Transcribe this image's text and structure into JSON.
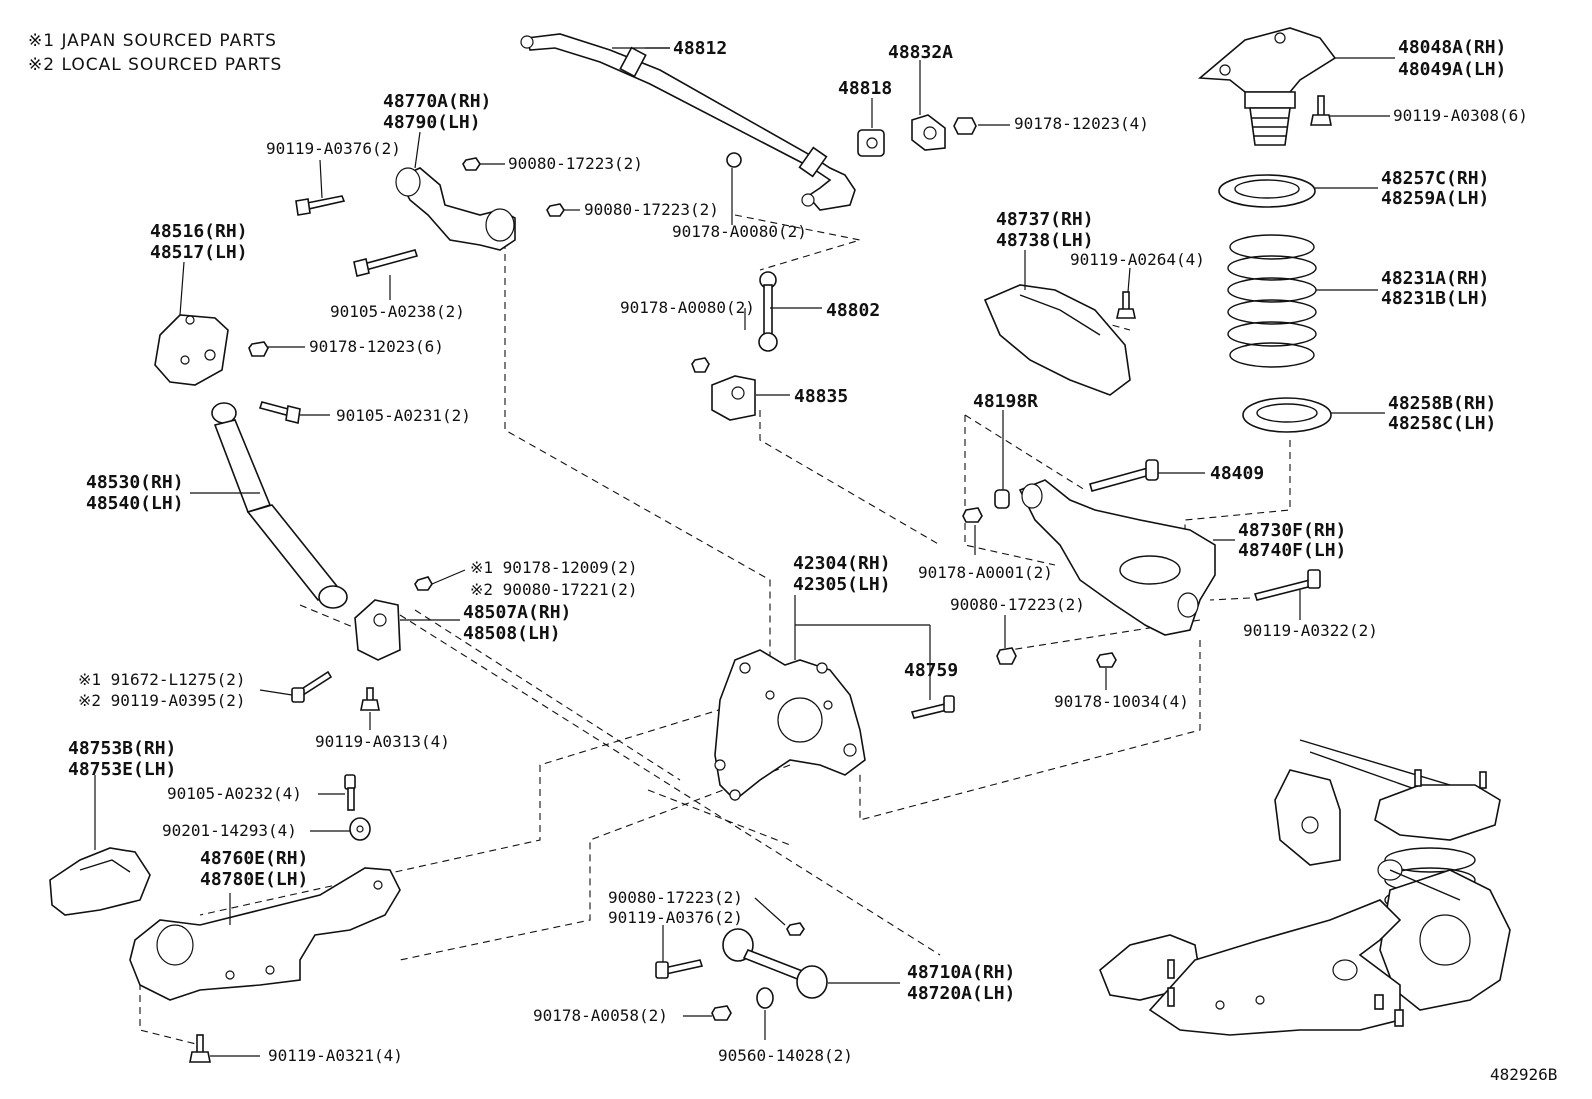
{
  "notes": [
    "※1 JAPAN SOURCED PARTS",
    "※2 LOCAL SOURCED PARTS"
  ],
  "figure_id": "482926B",
  "labels": {
    "stabilizer_bar": "48812",
    "bushing_stab": "48818",
    "bracket_stab": "48832A",
    "nut_stab_bracket": "90178-12023(4)",
    "upper_support_rh": "48048A(RH)",
    "upper_support_lh": "48049A(LH)",
    "bolt_upper_support": "90119-A0308(6)",
    "upper_arm_rh": "48770A(RH)",
    "upper_arm_lh": "48790(LH)",
    "bolt_upper_arm": "90119-A0376(2)",
    "nut_upper_arm_a": "90080-17223(2)",
    "nut_upper_arm_b": "90080-17223(2)",
    "nut_link_a": "90178-A0080(2)",
    "nut_link_b": "90178-A0080(2)",
    "stab_link": "48802",
    "bracket_stab_link": "48835",
    "bolt_upper_arm_b": "90105-A0238(2)",
    "shock_bracket_rh": "48516(RH)",
    "shock_bracket_lh": "48517(LH)",
    "nut_shock_bracket": "90178-12023(6)",
    "bolt_shock": "90105-A0231(2)",
    "shock_rh": "48530(RH)",
    "shock_lh": "48540(LH)",
    "spring_seat_upper_rh": "48257C(RH)",
    "spring_seat_upper_lh": "48259A(LH)",
    "coil_spring_rh": "48231A(RH)",
    "coil_spring_lh": "48231B(LH)",
    "spring_seat_lower_rh": "48258B(RH)",
    "spring_seat_lower_lh": "48258C(LH)",
    "cover_rh": "48737(RH)",
    "cover_lh": "48738(LH)",
    "bolt_cover": "90119-A0264(4)",
    "stopper": "48198R",
    "bolt_camber": "48409",
    "lower_arm_upper_rh": "48730F(RH)",
    "lower_arm_upper_lh": "48740F(LH)",
    "nut_lower_a": "90178-A0001(2)",
    "nut_lower_b": "90080-17223(2)",
    "bolt_lower_arm": "90119-A0322(2)",
    "nut_lower_c": "90178-10034(4)",
    "knuckle_rh": "42304(RH)",
    "knuckle_lh": "42305(LH)",
    "bolt_toe": "48759",
    "nut_bracket_j": "※1 90178-12009(2)",
    "nut_bracket_l": "※2 90080-17221(2)",
    "member_bracket_rh": "48507A(RH)",
    "member_bracket_lh": "48508(LH)",
    "bolt_bracket_j": "※1 91672-L1275(2)",
    "bolt_bracket_l": "※2 90119-A0395(2)",
    "bolt_bracket_c": "90119-A0313(4)",
    "lower_cover_rh": "48753B(RH)",
    "lower_cover_lh": "48753E(LH)",
    "bolt_lower_cover": "90105-A0232(4)",
    "washer_lower": "90201-14293(4)",
    "trailing_arm_rh": "48760E(RH)",
    "trailing_arm_lh": "48780E(LH)",
    "bolt_trailing": "90119-A0321(4)",
    "nut_toe_a": "90080-17223(2)",
    "bolt_toe_a": "90119-A0376(2)",
    "toe_arm_rh": "48710A(RH)",
    "toe_arm_lh": "48720A(LH)",
    "nut_toe_b": "90178-A0058(2)",
    "washer_toe": "90560-14028(2)"
  }
}
